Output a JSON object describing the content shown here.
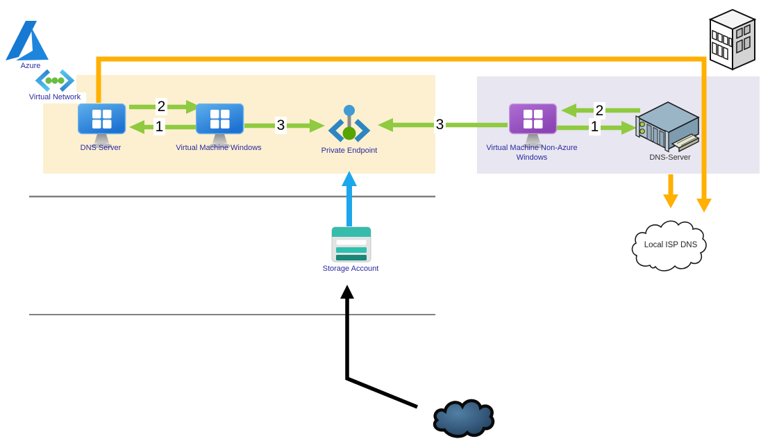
{
  "labels": {
    "azure": "Azure",
    "virtual_network": "Virtual Network",
    "dns_server_azure": "DNS Server",
    "vm_windows": "Virtual Machine Windows",
    "private_endpoint": "Private Endpoint",
    "vm_non_azure_line1": "Virtual Machine Non-Azure",
    "vm_non_azure_line2": "Windows",
    "dns_server_onprem": "DNS-Server",
    "storage_account": "Storage Account",
    "local_isp_dns": "Local ISP DNS"
  },
  "steps": {
    "azure_step_1": "1",
    "azure_step_2": "2",
    "azure_step_3": "3",
    "onprem_step_1": "1",
    "onprem_step_2": "2",
    "onprem_step_3": "3"
  },
  "colors": {
    "azure_vnet_box_bg": "#FCF0D0",
    "onprem_box_bg": "#E8E6F0",
    "green_arrow": "#8FCA40",
    "orange_arrow": "#FFB000",
    "blue_arrow": "#1CA7EC",
    "label_text": "#2B2BA0"
  }
}
